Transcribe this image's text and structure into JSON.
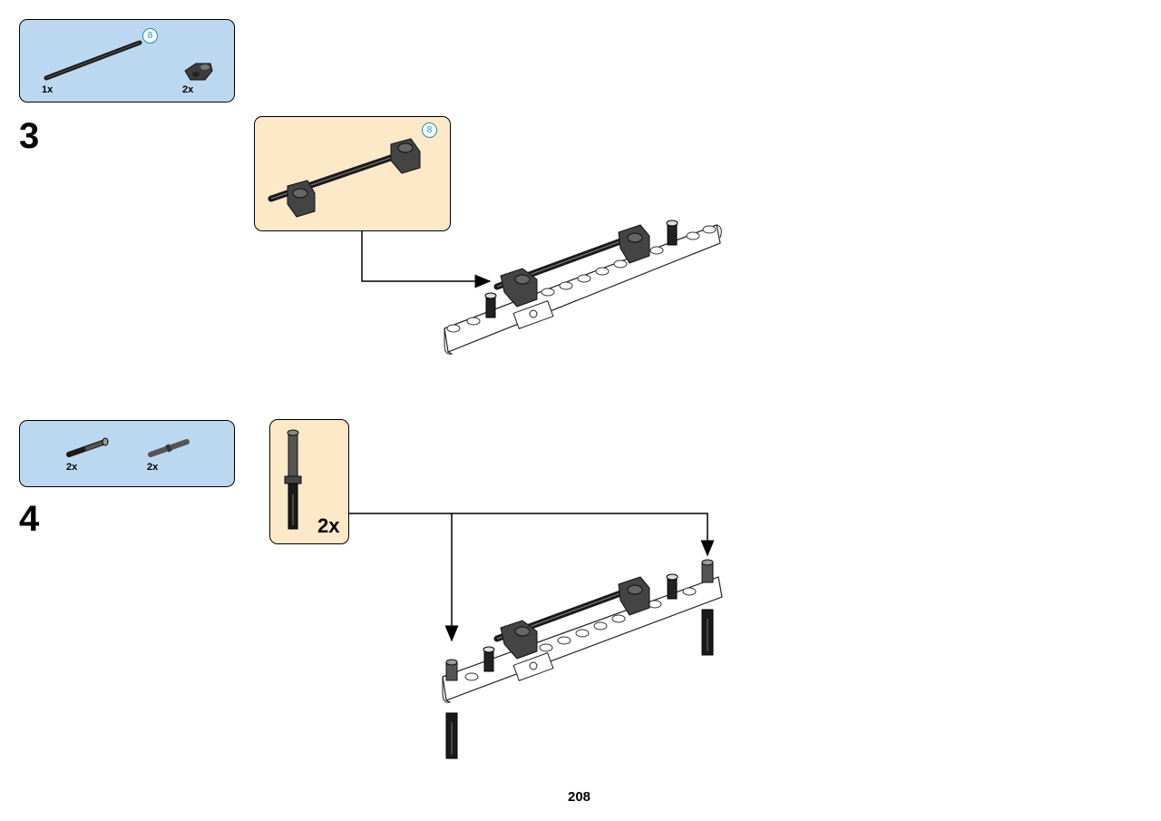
{
  "step3": {
    "number": "3",
    "parts": [
      {
        "name": "axle",
        "quantity": "1x",
        "length_badge": "8"
      },
      {
        "name": "connector",
        "quantity": "2x"
      }
    ],
    "subassembly_badge": "8"
  },
  "step4": {
    "number": "4",
    "parts": [
      {
        "name": "black-pin",
        "quantity": "2x"
      },
      {
        "name": "grey-axle-pin",
        "quantity": "2x"
      }
    ],
    "subassembly_quantity": "2x"
  },
  "page_number": "208",
  "colors": {
    "parts_box": "#bcd7f0",
    "subassembly_box": "#fde9c8",
    "badge": "#1d8fb3",
    "dark_grey_part": "#4a4a4a",
    "black_part": "#1a1a1a",
    "white_beam": "#ffffff"
  },
  "icons": [
    "axle-icon",
    "connector-icon",
    "pin-icon",
    "axle-pin-icon",
    "beam-icon",
    "arrow-icon"
  ]
}
